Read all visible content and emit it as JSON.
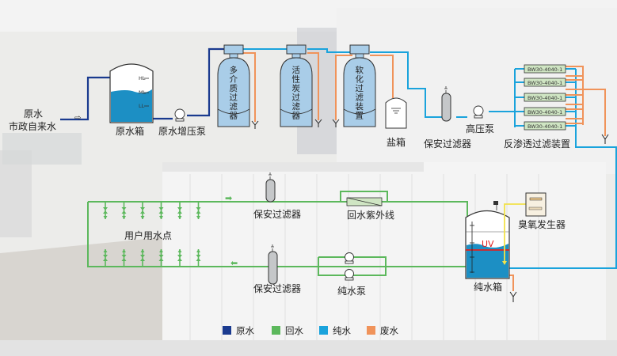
{
  "colors": {
    "raw": "#1a3a8f",
    "return": "#5cb85c",
    "pure": "#1aa3dc",
    "waste": "#f0935a",
    "ozone_line": "#f2e24a",
    "uv_line": "#e02020",
    "tank_water": "#1c8fc4",
    "vessel_fill": "#a9cde8",
    "ro_fill": "#cfe5c3"
  },
  "source": {
    "line1": "原水",
    "line2": "市政自来水"
  },
  "raw_tank": {
    "label": "原水箱",
    "levels": [
      "HL",
      "ML",
      "LL"
    ]
  },
  "booster_pump": {
    "label": "原水增压泵"
  },
  "filters": [
    {
      "chars": [
        "多",
        "介",
        "质",
        "过",
        "滤",
        "器"
      ]
    },
    {
      "chars": [
        "活",
        "性",
        "炭",
        "过",
        "滤",
        "器"
      ]
    },
    {
      "chars": [
        "软",
        "化",
        "过",
        "滤",
        "装",
        "置"
      ]
    }
  ],
  "salt_tank": {
    "label": "盐箱"
  },
  "security_filter_1": {
    "label": "保安过滤器"
  },
  "hp_pump": {
    "label": "高压泵"
  },
  "ro": {
    "label": "反渗透过滤装置",
    "membranes": [
      "BW30-4040-1",
      "BW30-4040-1",
      "BW30-4040-1",
      "BW30-4040-1",
      "BW30-4040-1"
    ]
  },
  "pure_tank": {
    "label": "纯水箱",
    "uv": "UV"
  },
  "ozone": {
    "label": "臭氧发生器"
  },
  "security_filter_return": {
    "label": "保安过滤器"
  },
  "uv_return": {
    "label": "回水紫外线"
  },
  "security_filter_supply": {
    "label": "保安过滤器"
  },
  "pure_pump": {
    "label": "纯水泵"
  },
  "user_points": {
    "label": "用户用水点",
    "count": 6
  },
  "legend": [
    {
      "label": "原水",
      "color": "#1a3a8f"
    },
    {
      "label": "回水",
      "color": "#5cb85c"
    },
    {
      "label": "纯水",
      "color": "#1aa3dc"
    },
    {
      "label": "废水",
      "color": "#f0935a"
    }
  ]
}
